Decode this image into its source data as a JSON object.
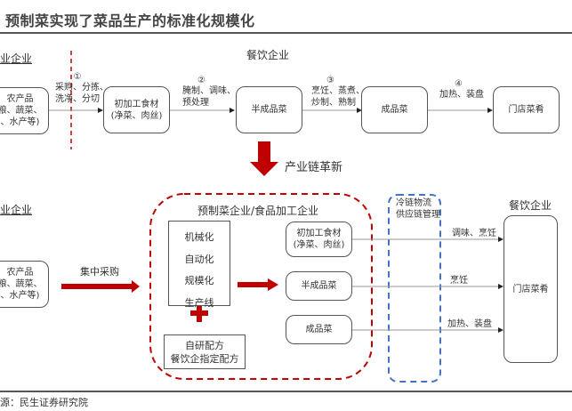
{
  "title": "预制菜实现了菜品生产的标准化规模化",
  "top_section": {
    "left_header": "业企业",
    "right_header": "餐饮企业",
    "nodes": [
      {
        "id": "raw",
        "label": "农产品\n粮、蔬菜、\n、水产等)"
      },
      {
        "id": "prep",
        "label": "初加工食材\n(净菜、肉丝)"
      },
      {
        "id": "semi",
        "label": "半成品菜"
      },
      {
        "id": "finished",
        "label": "成品菜"
      },
      {
        "id": "dish",
        "label": "门店菜肴"
      }
    ],
    "steps": [
      {
        "num": "①",
        "label": "采购、分拣、\n洗净、分切"
      },
      {
        "num": "②",
        "label": "腌制、调味、\n预处理"
      },
      {
        "num": "③",
        "label": "烹饪、蒸煮、\n炒制、熟制"
      },
      {
        "num": "④",
        "label": "加热、装盘"
      }
    ]
  },
  "transition": {
    "label": "产业链革新",
    "color": "#C00000"
  },
  "bottom_section": {
    "left_header": "业企业",
    "raw_node": "农产品\n粮、蔬菜、\n、水产等)",
    "procurement_label": "集中采购",
    "processor_title": "预制菜企业/食品加工企业",
    "capabilities": [
      "机械化",
      "自动化",
      "规模化",
      "生产线"
    ],
    "recipes": "自研配方\n餐饮企指定配方",
    "products": [
      "初加工食材\n(净菜、肉丝)",
      "半成品菜",
      "成品菜"
    ],
    "logistics_label": "冷链物流\n供应链管理",
    "restaurant_header": "餐饮企业",
    "restaurant_node": "门店菜肴",
    "product_steps": [
      "调味、烹饪",
      "烹饪",
      "加热、装盘"
    ]
  },
  "source": "源：民生证券研究院",
  "colors": {
    "accent_red": "#C00000",
    "logistics_blue": "#4472C4",
    "text": "#333333"
  }
}
